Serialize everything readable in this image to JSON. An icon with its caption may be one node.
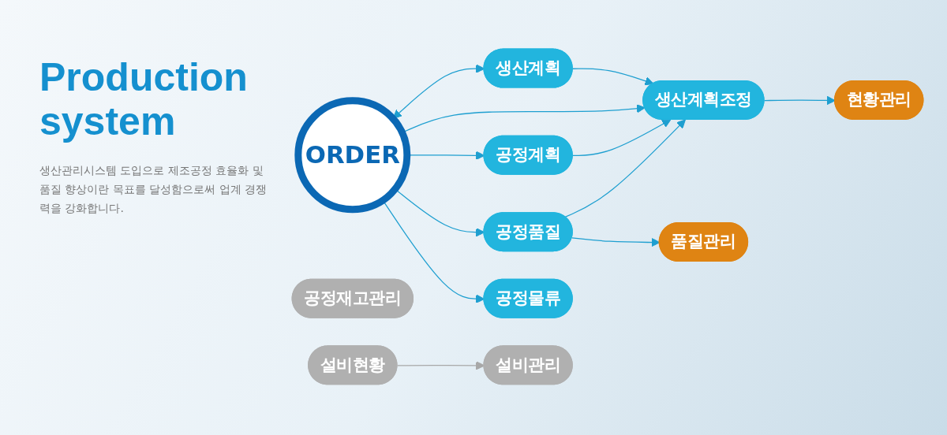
{
  "diagram": {
    "title": "Production system",
    "nodes": [
      {
        "text": [
          "ORDER"
        ]
      },
      {
        "text": [
          "생산계획"
        ]
      },
      {
        "text": [
          "생산계획조정"
        ]
      },
      {
        "text": [
          "공정계획"
        ]
      },
      {
        "text": [
          "공정품질"
        ]
      },
      {
        "text": [
          "공정물류"
        ]
      },
      {
        "text": [
          "현황관리"
        ]
      },
      {
        "text": [
          "품질관리"
        ]
      },
      {
        "text": [
          "공정재고관리"
        ]
      },
      {
        "text": [
          "설비현황"
        ]
      },
      {
        "text": [
          "설비관리"
        ]
      }
    ],
    "edges": [
      {
        "from": 0,
        "to": 1,
        "arrow": "both"
      },
      {
        "from": 0,
        "to": 2,
        "arrow": "to"
      },
      {
        "from": 0,
        "to": 3,
        "arrow": "to"
      },
      {
        "from": 0,
        "to": 4,
        "arrow": "to"
      },
      {
        "from": 0,
        "to": 5,
        "arrow": "to"
      },
      {
        "from": 1,
        "to": 2,
        "arrow": "to"
      },
      {
        "from": 3,
        "to": 2,
        "arrow": "to"
      },
      {
        "from": 4,
        "to": 2,
        "arrow": "to"
      },
      {
        "from": 2,
        "to": 6,
        "arrow": "to"
      },
      {
        "from": 4,
        "to": 7,
        "arrow": "to"
      },
      {
        "from": 9,
        "to": 10,
        "arrow": "to",
        "color": "#a8a8a8"
      }
    ],
    "labels": [
      "생산관리시스템 도입으로 제조공정 효율화 및 품질 향상이란 목표를 달성함으로써 업계 경쟁력을 강화합니다."
    ]
  }
}
